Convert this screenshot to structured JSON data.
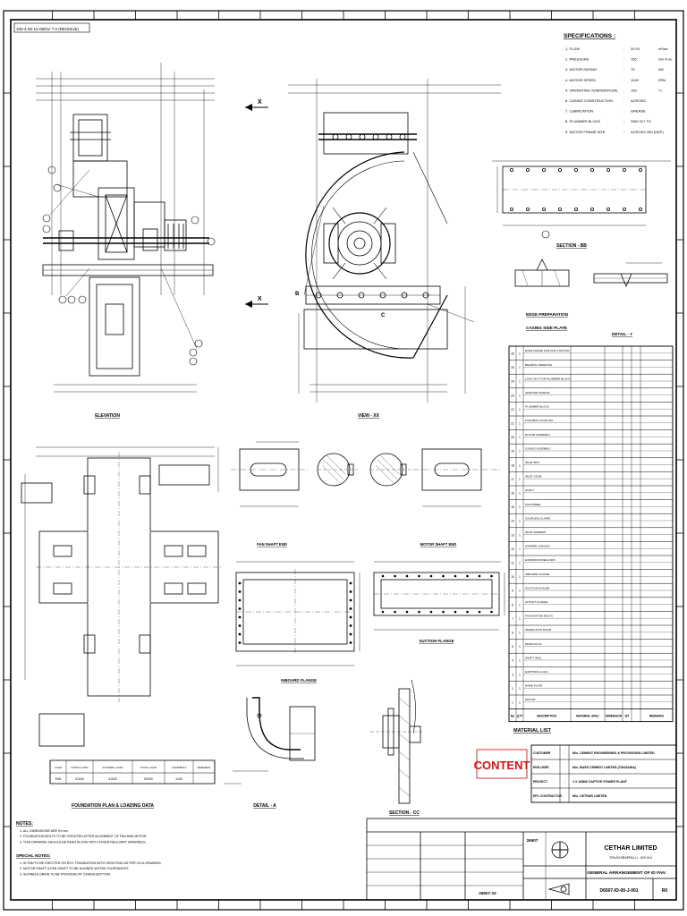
{
  "drawing_ref_top": "100-4-00-12-06/01/ 7.0 (REISSUE)",
  "specifications": {
    "title": "SPECIFICATIONS :",
    "rows": [
      {
        "label": "1. FLOW",
        "value": "20.00",
        "unit": "m³/sec"
      },
      {
        "label": "2. PRESSURE",
        "value": "150",
        "unit": "mm of wc"
      },
      {
        "label": "3. MOTOR RATING",
        "value": "75",
        "unit": "KW"
      },
      {
        "label": "4. MOTOR SPEED",
        "value": "1440",
        "unit": "RPM"
      },
      {
        "label": "5. OPERATING TEMPERATURE",
        "value": "150",
        "unit": "°C"
      },
      {
        "label": "6. CASING CONSTRUCTION",
        "value": "ACROSS",
        "unit": ""
      },
      {
        "label": "7. LUBRICATION",
        "value": "GREASE",
        "unit": ""
      },
      {
        "label": "8. PLUMMER BLOCK",
        "value": "SNH 517 TG",
        "unit": ""
      },
      {
        "label": "9. MOTOR FRAME SIZE",
        "value": "ACROSS 280 (HDF)",
        "unit": ""
      }
    ]
  },
  "view_labels": {
    "elevation": "ELEVATION",
    "view_xx": "VIEW - XX",
    "section_bb": "SECTION - BB",
    "edge_prep": "EDGE PREPARATION",
    "casing_side_plate": "CASING SIDE PLATE",
    "detail_y": "DETAIL - Y",
    "fan_shaft_end": "FAN SHAFT END",
    "motor_shaft_end": "MOTOR SHAFT END",
    "foundation_plan": "FOUNDATION PLAN & LOADING DATA",
    "inboard_flange": "INBOARD FLANGE",
    "suction_flange": "SUCTION FLANGE",
    "detail_a": "DETAIL - A",
    "section_cc": "SECTION - CC",
    "material_list": "MATERIAL LIST"
  },
  "markers": {
    "x1": "X",
    "x2": "X",
    "b": "B",
    "c": "C"
  },
  "stamp": "CONTENT",
  "customer_block": {
    "rows": [
      {
        "label": "CUSTOMER",
        "value": "M/s. CEMENT ENGINEERING & PROVISIONS LIMITED"
      },
      {
        "label": "END USER",
        "value": "M/s. BASE CEMENT LIMITED (TANZANIA)"
      },
      {
        "label": "PROJECT",
        "value": "1 X 10MW CAPTIVE POWER PLANT"
      },
      {
        "label": "EPC CONTRACTOR",
        "value": "M/s. CETHAR LIMITED"
      }
    ]
  },
  "title_block": {
    "company": "CETHAR LIMITED",
    "company_sub": "TIRUCHIRAPPALLI - 620 014",
    "drawing_title": "GENERAL ARRANGEMENT OF ID FAN",
    "drawing_no": "D6507-ID-00-J-001",
    "rev": "R0",
    "proj_no": "26507",
    "job_no": "26507-10"
  },
  "notes": {
    "title": "NOTES:",
    "lines": [
      "1. ALL DIMENSIONS ARE IN mm.",
      "2. FOUNDATION BOLTS TO BE GROUTED AFTER ALIGNMENT OF FAN AND MOTOR.",
      "3. THIS DRAWING SHOULD BE READ ALONG WITH OTHER RELEVANT DRAWINGS."
    ],
    "special_title": "SPECIAL NOTES:",
    "special_lines": [
      "1. ID FAN TO BE ERECTED ON RCC FOUNDATION WITH GROUTING AS PER CIVIL DRAWING.",
      "2. MOTOR SHAFT & FAN SHAFT TO BE ALIGNED WITHIN TOLERANCES.",
      "3. SUITABLE DRAIN TO BE PROVIDED AT CASING BOTTOM."
    ]
  },
  "material_list": {
    "header": [
      "No",
      "QTY",
      "DESCRIPTION",
      "MATERIAL SPEC",
      "DIMENSION",
      "WT",
      "REMARKS"
    ],
    "items": [
      "BASE FRAME FOR FAN & MOTOR",
      "BEARING PEDESTAL",
      "LOCK NUT FOR PLUMMER BLOCK",
      "ADAPTER SLEEVE",
      "PLUMMER BLOCK",
      "FLEXIBLE COUPLING",
      "ROTOR ASSEMBLY",
      "CASING ASSEMBLY",
      "INLET BOX",
      "INLET CONE",
      "SHAFT",
      "FAN WHEEL",
      "COUPLING GUARD",
      "INLET DAMPER",
      "DAMPER LINKAGE",
      "EXPANSION BELLOWS",
      "INBOARD FLANGE",
      "SUCTION FLANGE",
      "OUTLET FLANGE",
      "FOUNDATION BOLTS",
      "INSPECTION DOOR",
      "DRAIN PLUG",
      "SHAFT SEAL",
      "EARTHING LUGS",
      "NAME PLATE",
      "MOTOR"
    ]
  },
  "foundation_table": {
    "header": [
      "LOAD",
      "STATIC LOAD",
      "DYNAMIC LOAD",
      "TOTAL LOAD",
      "LOAD/BOLT",
      "REMARKS"
    ],
    "row": [
      "FAN",
      "41000",
      "41000",
      "82000",
      "4100",
      ""
    ]
  }
}
